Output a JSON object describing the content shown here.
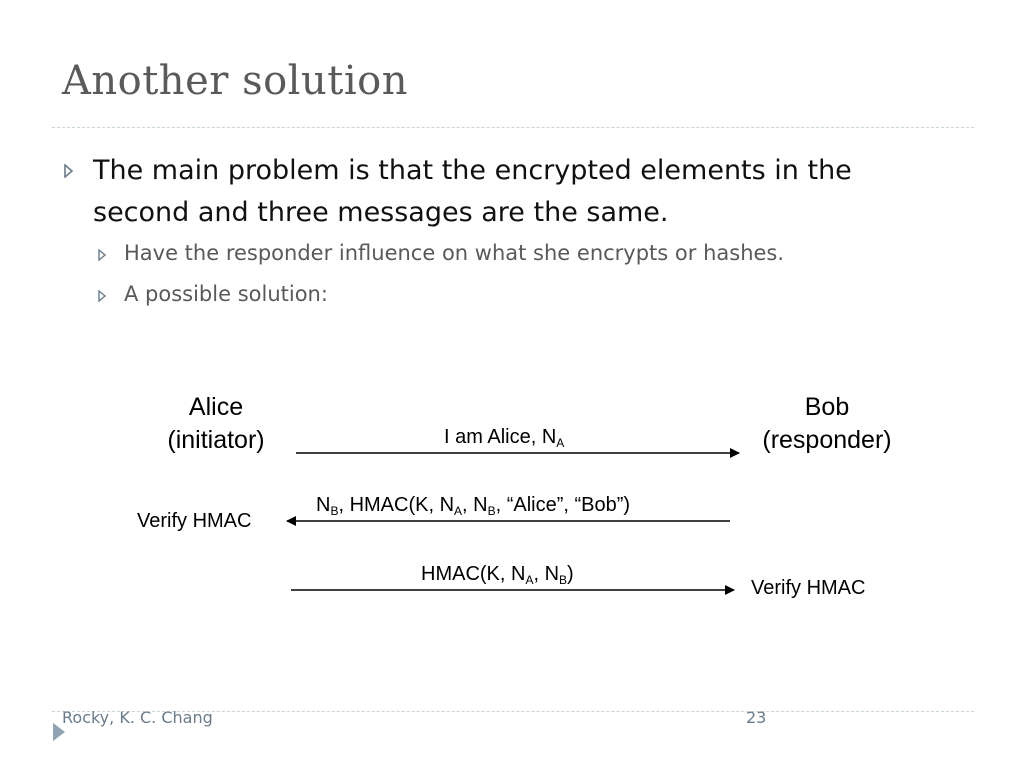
{
  "slide": {
    "title": "Another solution",
    "bullets": [
      {
        "text": "The main problem is that the encrypted elements in the second and three messages are the same."
      },
      {
        "text": "Have the responder influence on what she encrypts or hashes."
      },
      {
        "text": "A possible solution:"
      }
    ]
  },
  "diagram": {
    "alice_name": "Alice",
    "alice_role": "(initiator)",
    "bob_name": "Bob",
    "bob_role": "(responder)",
    "msg1": {
      "pre": "I am Alice, N",
      "sub": "A"
    },
    "msg2": {
      "p1": "N",
      "s1": "B",
      "p2": ", HMAC(K, N",
      "s2": "A",
      "p3": ", N",
      "s3": "B",
      "p4": ", “Alice”, “Bob”)"
    },
    "msg3": {
      "p1": "HMAC(K, N",
      "s1": "A",
      "p2": ", N",
      "s2": "B",
      "p3": ")"
    },
    "alice_action": "Verify HMAC",
    "bob_action": "Verify HMAC"
  },
  "footer": {
    "author": "Rocky, K. C. Chang",
    "page": "23"
  },
  "colors": {
    "title": "#5a5a5a",
    "bullet_marker": "#6a7c8c",
    "rule": "#c8d4dc"
  }
}
